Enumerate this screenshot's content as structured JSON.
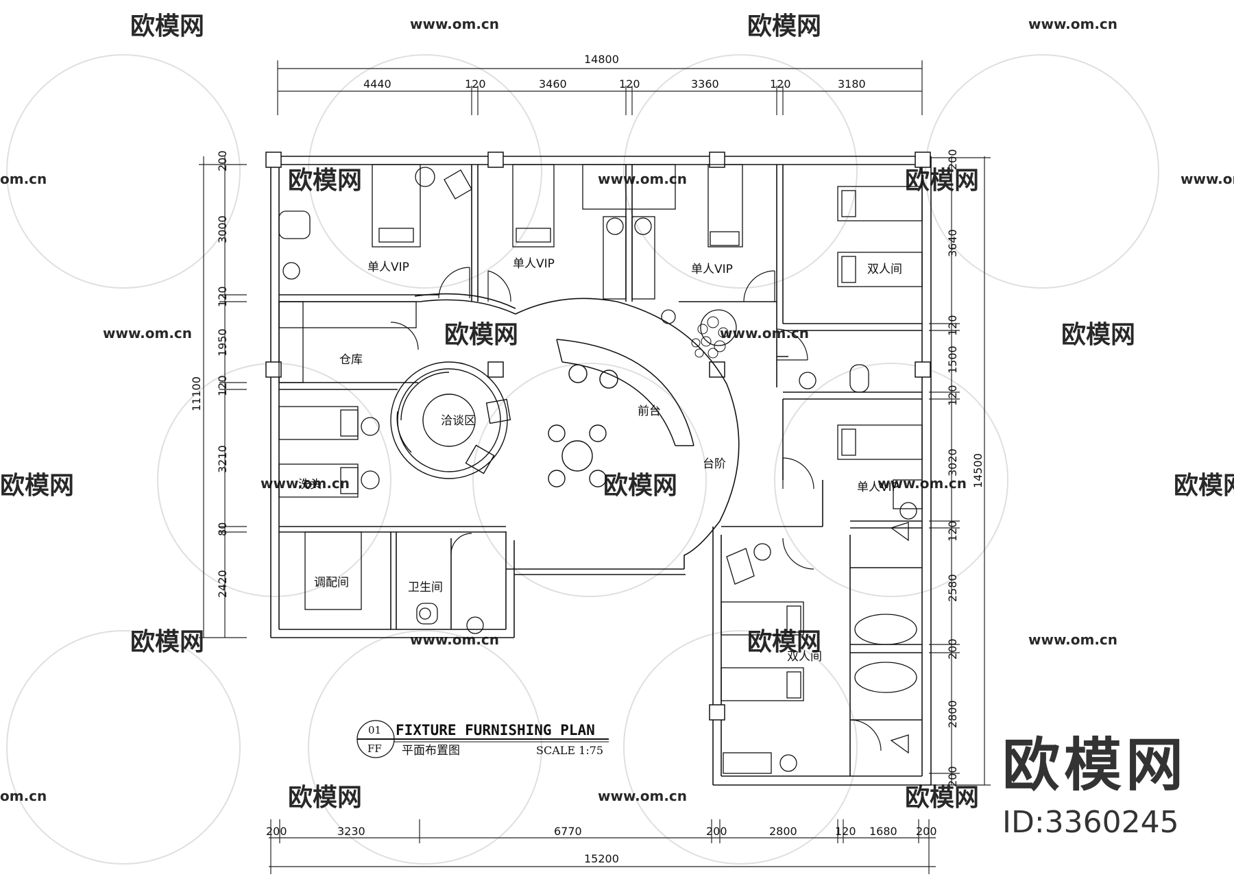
{
  "dimensions": {
    "top_total": "14800",
    "top_segments": [
      "4440",
      "120",
      "3460",
      "120",
      "3360",
      "120",
      "3180"
    ],
    "left_total": "11100",
    "left_segments": [
      "200",
      "3000",
      "120",
      "1950",
      "120",
      "3210",
      "80",
      "2420"
    ],
    "right_total": "14500",
    "right_segments": [
      "200",
      "3640",
      "120",
      "1500",
      "120",
      "3020",
      "120",
      "2580",
      "200",
      "2800",
      "200"
    ],
    "bottom_total": "15200",
    "bottom_segments": [
      "200",
      "3230",
      "6770",
      "200",
      "2800",
      "120",
      "1680",
      "200"
    ]
  },
  "rooms": {
    "vip1": "单人VIP",
    "vip2": "单人VIP",
    "vip3": "单人VIP",
    "double1": "双人间",
    "storage": "仓库",
    "negotiation": "洽谈区",
    "reception": "前台",
    "steps": "台阶",
    "wash": "洗头",
    "vip4": "单人VIP",
    "mixing": "调配间",
    "toilet": "卫生间",
    "double2": "双人间"
  },
  "title_block": {
    "number": "01",
    "sheet": "FF",
    "title": "FIXTURE FURNISHING PLAN",
    "subtitle": "平面布置图",
    "scale": "SCALE 1:75"
  },
  "watermark": {
    "brand": "欧模网",
    "url": "www.om.cn",
    "url_short": "om.cn"
  },
  "brand_block": {
    "name": "欧模网",
    "id": "ID:3360245"
  }
}
